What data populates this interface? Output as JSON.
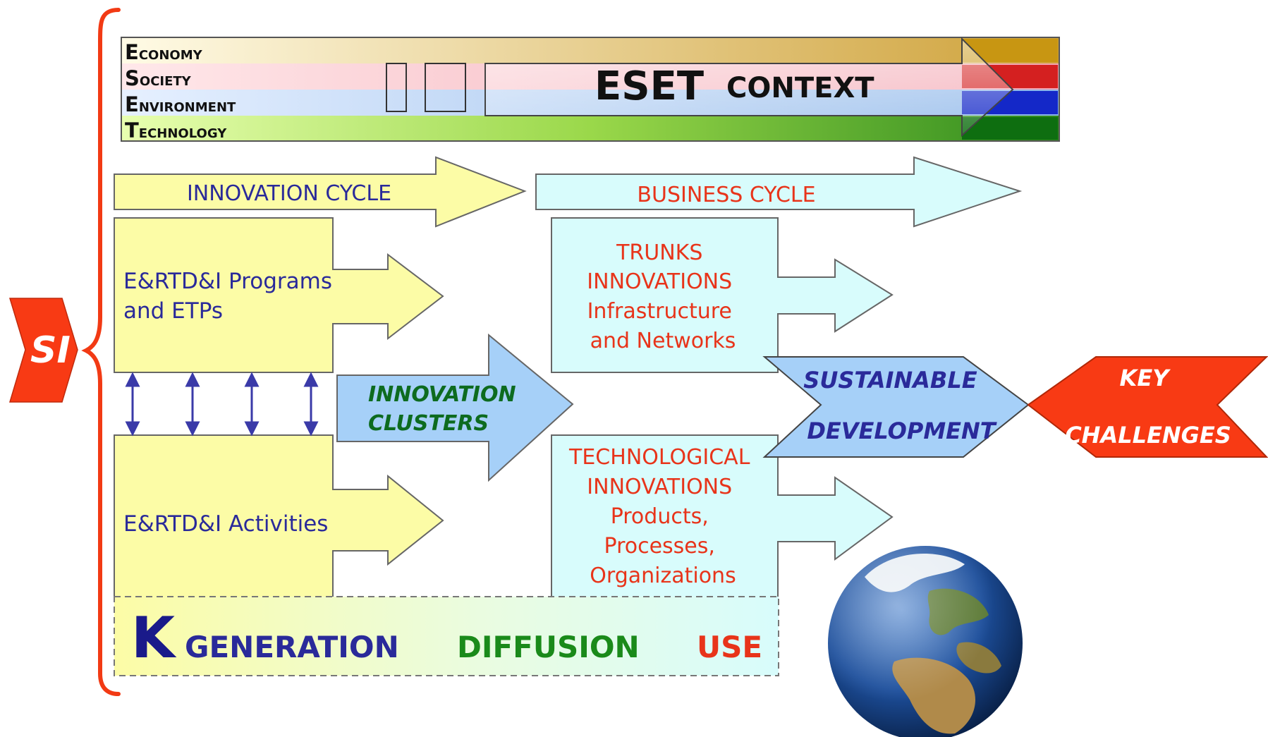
{
  "side_label": "SI",
  "context_bands": {
    "rows": [
      {
        "initial": "E",
        "rest": "CONOMY",
        "accent": "#c89612"
      },
      {
        "initial": "S",
        "rest": "OCIETY",
        "accent": "#d42020"
      },
      {
        "initial": "E",
        "rest": "NVIRONMENT",
        "accent": "#1428c8"
      },
      {
        "initial": "T",
        "rest": "ECHNOLOGY",
        "accent": "#0e6e10"
      }
    ],
    "title_main": "ESET",
    "title_sub": "CONTEXT"
  },
  "innovation_cycle": "INNOVATION CYCLE",
  "business_cycle": "BUSINESS CYCLE",
  "programs_box": {
    "line1": "E&RTD&I Programs",
    "line2": "and ETPs"
  },
  "activities_box": {
    "line1": "E&RTD&I Activities"
  },
  "clusters": {
    "line1": "INNOVATION",
    "line2": "CLUSTERS"
  },
  "trunks": {
    "line1": "TRUNKS",
    "line2": "INNOVATIONS",
    "line3": "Infrastructure",
    "line4": "and Networks"
  },
  "technological": {
    "line1": "TECHNOLOGICAL",
    "line2": "INNOVATIONS",
    "line3": "Products,",
    "line4": "Processes,",
    "line5": "Organizations"
  },
  "sustainable": {
    "line1": "SUSTAINABLE",
    "line2": "DEVELOPMENT"
  },
  "key_challenges": {
    "line1": "KEY",
    "line2": "CHALLENGES"
  },
  "knowledge_bar": {
    "k": "K",
    "generation": "GENERATION",
    "diffusion": "DIFFUSION",
    "use": "USE"
  },
  "colors": {
    "blue_text": "#2a2a9a",
    "red_text": "#e8341a",
    "green_text": "#1a8a1a",
    "cluster_text": "#0d6b1f",
    "yellow_fill": "#fcfca6",
    "cyan_fill": "#d8fcfc",
    "blue_fill": "#a6d0f8",
    "red_fill": "#f83a14"
  }
}
